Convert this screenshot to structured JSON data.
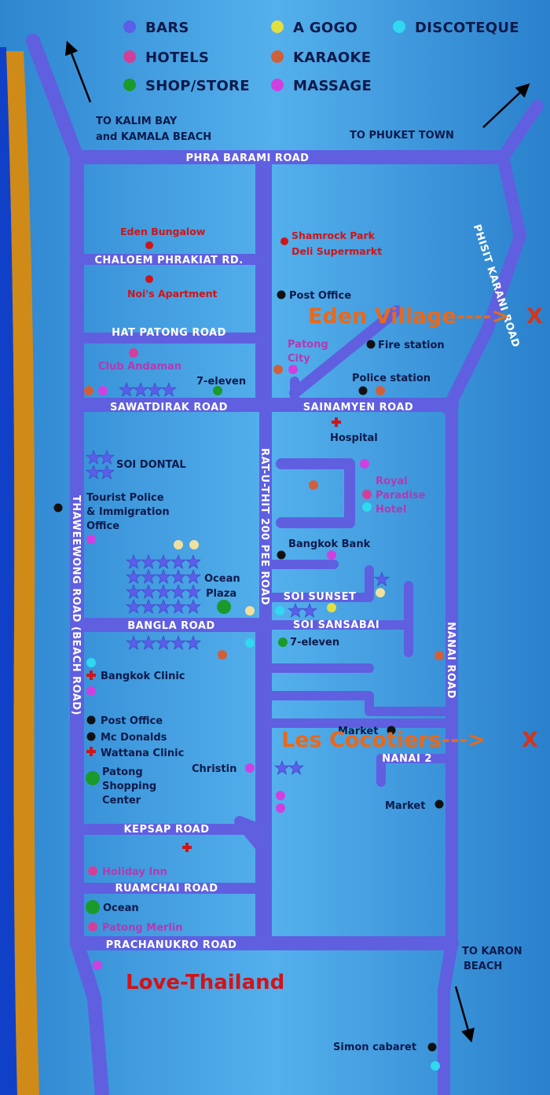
{
  "legend": {
    "bars": "BARS",
    "hotels": "HOTELS",
    "shop_store": "SHOP/STORE",
    "a_gogo": "A GOGO",
    "karaoke": "KARAOKE",
    "massage": "MASSAGE",
    "discoteque": "DISCOTEQUE"
  },
  "colors": {
    "bars": "#5a5ee8",
    "hotels": "#d0409a",
    "shop_store": "#1a9a2a",
    "a_gogo": "#e0e040",
    "karaoke": "#d0603a",
    "massage": "#d040e0",
    "discoteque": "#30d8f0",
    "poi": "#111111",
    "road": "#5f5fe0",
    "sand": "#d08a18",
    "sea": "#1040c8",
    "callout": "#e8691a"
  },
  "directions": {
    "kalim_line1": "TO KALIM BAY",
    "kalim_line2": "and KAMALA BEACH",
    "phuket": "TO PHUKET TOWN",
    "karon_line1": "TO KARON",
    "karon_line2": "BEACH"
  },
  "roads": {
    "phra_barami": "PHRA BARAMI ROAD",
    "chaloem": "CHALOEM PHRAKIAT RD.",
    "hat_patong": "HAT PATONG ROAD",
    "sawatdirak": "SAWATDIRAK ROAD",
    "sainamyen": "SAINAMYEN ROAD",
    "bangla": "BANGLA ROAD",
    "soi_sunset": "SOI SUNSET",
    "soi_sansabai": "SOI SANSABAI",
    "kepsap": "KEPSAP ROAD",
    "ruamchai": "RUAMCHAI ROAD",
    "prachanukro": "PRACHANUKRO ROAD",
    "thaweewong": "THAWEEWONG ROAD (BEACH ROAD)",
    "rat_u_thit": "RAT-U-THIT 200 PEE ROAD",
    "phisit": "PHISIT KARANI ROAD",
    "nanai": "NANAI ROAD",
    "nanai2": "NANAI 2"
  },
  "places": {
    "eden_bungalow": "Eden Bungalow",
    "nois_apartment": "Noi's Apartment",
    "shamrock_1": "Shamrock Park",
    "shamrock_2": "Deli Supermarkt",
    "post_office_north": "Post Office",
    "patong_city_1": "Patong",
    "patong_city_2": "City",
    "fire_station": "Fire station",
    "police_station": "Police station",
    "club_andaman": "Club Andaman",
    "seven_eleven_1": "7-eleven",
    "hospital": "Hospital",
    "soi_dontal": "SOI DONTAL",
    "tourist_police_1": "Tourist Police",
    "tourist_police_2": "& Immigration",
    "tourist_police_3": "Office",
    "royal_1": "Royal",
    "royal_2": "Paradise",
    "royal_3": "Hotel",
    "bangkok_bank": "Bangkok Bank",
    "ocean_plaza_1": "Ocean",
    "ocean_plaza_2": "Plaza",
    "seven_eleven_2": "7-eleven",
    "bangkok_clinic": "Bangkok Clinic",
    "post_office_south": "Post Office",
    "mc_donalds": "Mc Donalds",
    "wattana_clinic": "Wattana Clinic",
    "patong_shopping_1": "Patong",
    "patong_shopping_2": "Shopping",
    "patong_shopping_3": "Center",
    "christin": "Christin",
    "market_1": "Market",
    "market_2": "Market",
    "holiday_inn": "Holiday Inn",
    "ocean": "Ocean",
    "patong_merlin": "Patong Merlin",
    "simon_cabaret": "Simon cabaret"
  },
  "callouts": {
    "eden_village": "Eden Village---->",
    "eden_x": "X",
    "les_cocotiers": "Les Cocotiers--->",
    "les_x": "X"
  },
  "brand": "Love-Thailand"
}
